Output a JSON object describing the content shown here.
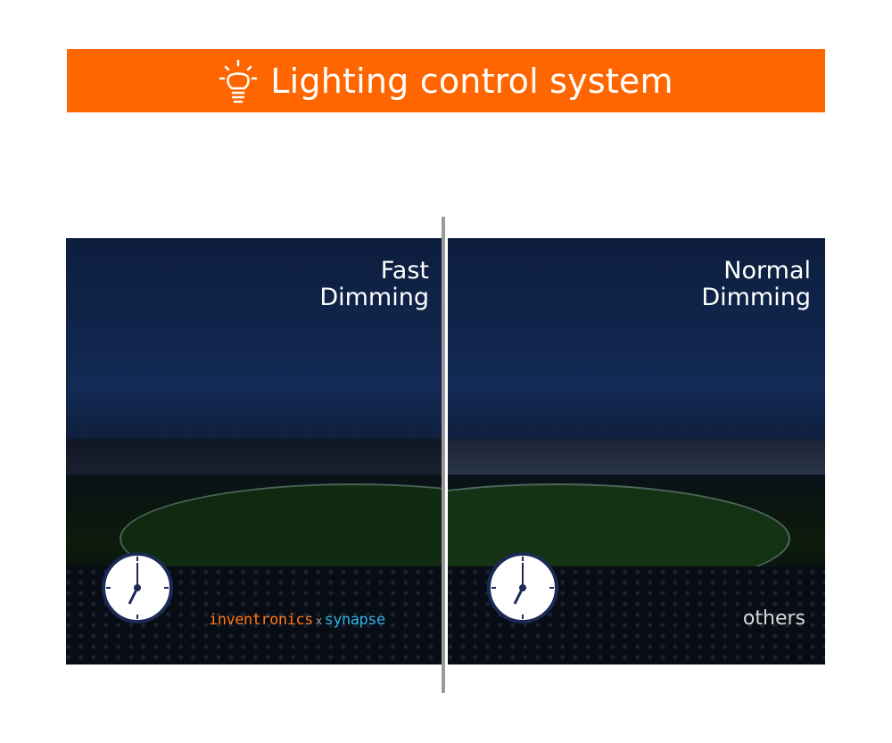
{
  "banner": {
    "title": "Lighting control system",
    "icon": "lightbulb-icon",
    "color": "#ff6600"
  },
  "left_panel": {
    "label_line1": "Fast",
    "label_line2": "Dimming",
    "logo_left": "inventronics",
    "logo_sep": "x",
    "logo_right": "synapse"
  },
  "right_panel": {
    "label_line1": "Normal",
    "label_line2": "Dimming",
    "caption": "others"
  }
}
